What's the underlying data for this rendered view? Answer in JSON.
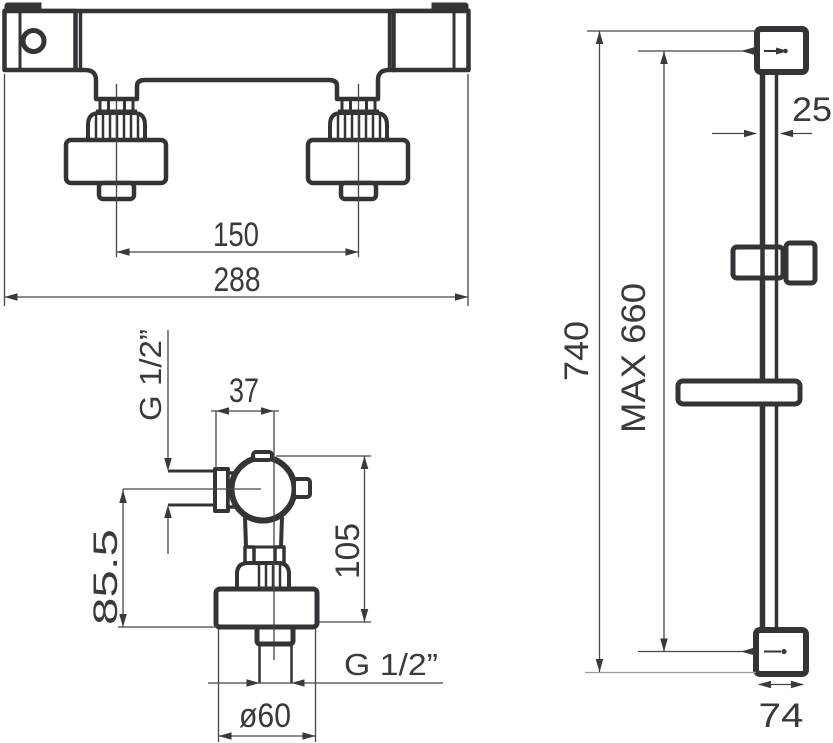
{
  "drawing": {
    "description": "Dimensional technical drawing of a thermostatic shower mixer (front view and side view) and a shower slide rail",
    "colors": {
      "line": "#343438",
      "thin_line": "#46464a",
      "light_line": "#9b9ba1",
      "text": "#3a3a3e",
      "background": "#ffffff"
    },
    "front_view": {
      "inlet_spacing": "150",
      "overall_width": "288"
    },
    "side_view": {
      "top_thread": "G 1/2”",
      "spout_offset": "37",
      "spout_height": "85.5",
      "body_height": "105",
      "bottom_thread": "G 1/2”",
      "escutcheon_diameter": "ø60"
    },
    "rail_view": {
      "rail_width": "25",
      "total_length": "740",
      "max_travel": "MAX 660",
      "bracket_width": "74"
    }
  }
}
